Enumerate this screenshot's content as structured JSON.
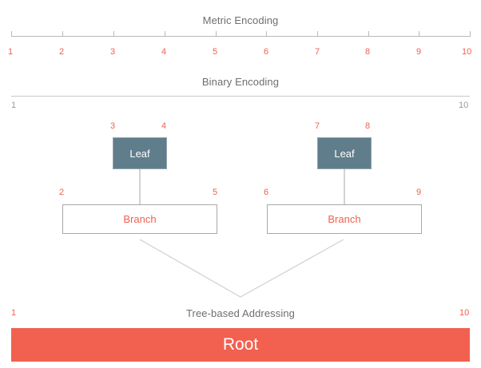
{
  "diagram": {
    "title_metric": "Metric Encoding",
    "title_binary": "Binary Encoding",
    "title_tree": "Tree-based Addressing"
  },
  "metric_axis": {
    "ticks": [
      "1",
      "2",
      "3",
      "4",
      "5",
      "6",
      "7",
      "8",
      "9",
      "10"
    ],
    "line_color": "#b9b9b9",
    "label_color": "#f2604f"
  },
  "binary_axis": {
    "start_label": "1",
    "end_label": "10",
    "line_color": "#c9c9c9",
    "label_color": "#9a9a9a"
  },
  "tree": {
    "root": {
      "label": "Root",
      "start_label": "1",
      "end_label": "10",
      "color": "#f2604f",
      "text_color": "#ffffff"
    },
    "branches": [
      {
        "label": "Branch",
        "start_label": "2",
        "end_label": "5",
        "fill": "#ffffff",
        "border": "#a8a8a8",
        "text_color": "#f2604f"
      },
      {
        "label": "Branch",
        "start_label": "6",
        "end_label": "9",
        "fill": "#ffffff",
        "border": "#a8a8a8",
        "text_color": "#f2604f"
      }
    ],
    "leaves": [
      {
        "label": "Leaf",
        "start_label": "3",
        "end_label": "4",
        "fill": "#607d8b",
        "text_color": "#ffffff"
      },
      {
        "label": "Leaf",
        "start_label": "7",
        "end_label": "8",
        "fill": "#607d8b",
        "text_color": "#ffffff"
      }
    ],
    "connector_color": "#d3d3d3"
  }
}
